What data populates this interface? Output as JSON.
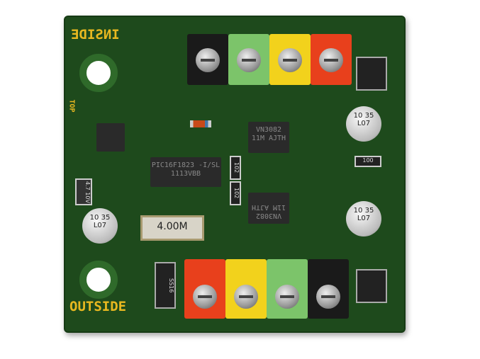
{
  "board": {
    "top_label": "INSIDE",
    "bottom_label": "OUTSIDE",
    "side_label": "TOP"
  },
  "components": {
    "mcu": "PIC16F1823 -I/SL 1113VBB",
    "driver_top": "VN3082 11M AJTH",
    "driver_bottom": "VN3082 11M AJTH",
    "crystal": "4.00M",
    "cap_left": "10 35 L07",
    "cap_right_top": "10 35 L07",
    "cap_right_bottom": "10 35 L07",
    "res_102_a": "102",
    "res_102_b": "102",
    "res_100": "100",
    "tantalum": "4.7 10V",
    "diode_label": "SS16"
  },
  "colors": {
    "pcb": "#1e4a1c",
    "silk": "#e8b820",
    "term_black": "#1a1a1a",
    "term_green": "#7cc46a",
    "term_yellow": "#f2d21c",
    "term_red": "#e8401c"
  }
}
